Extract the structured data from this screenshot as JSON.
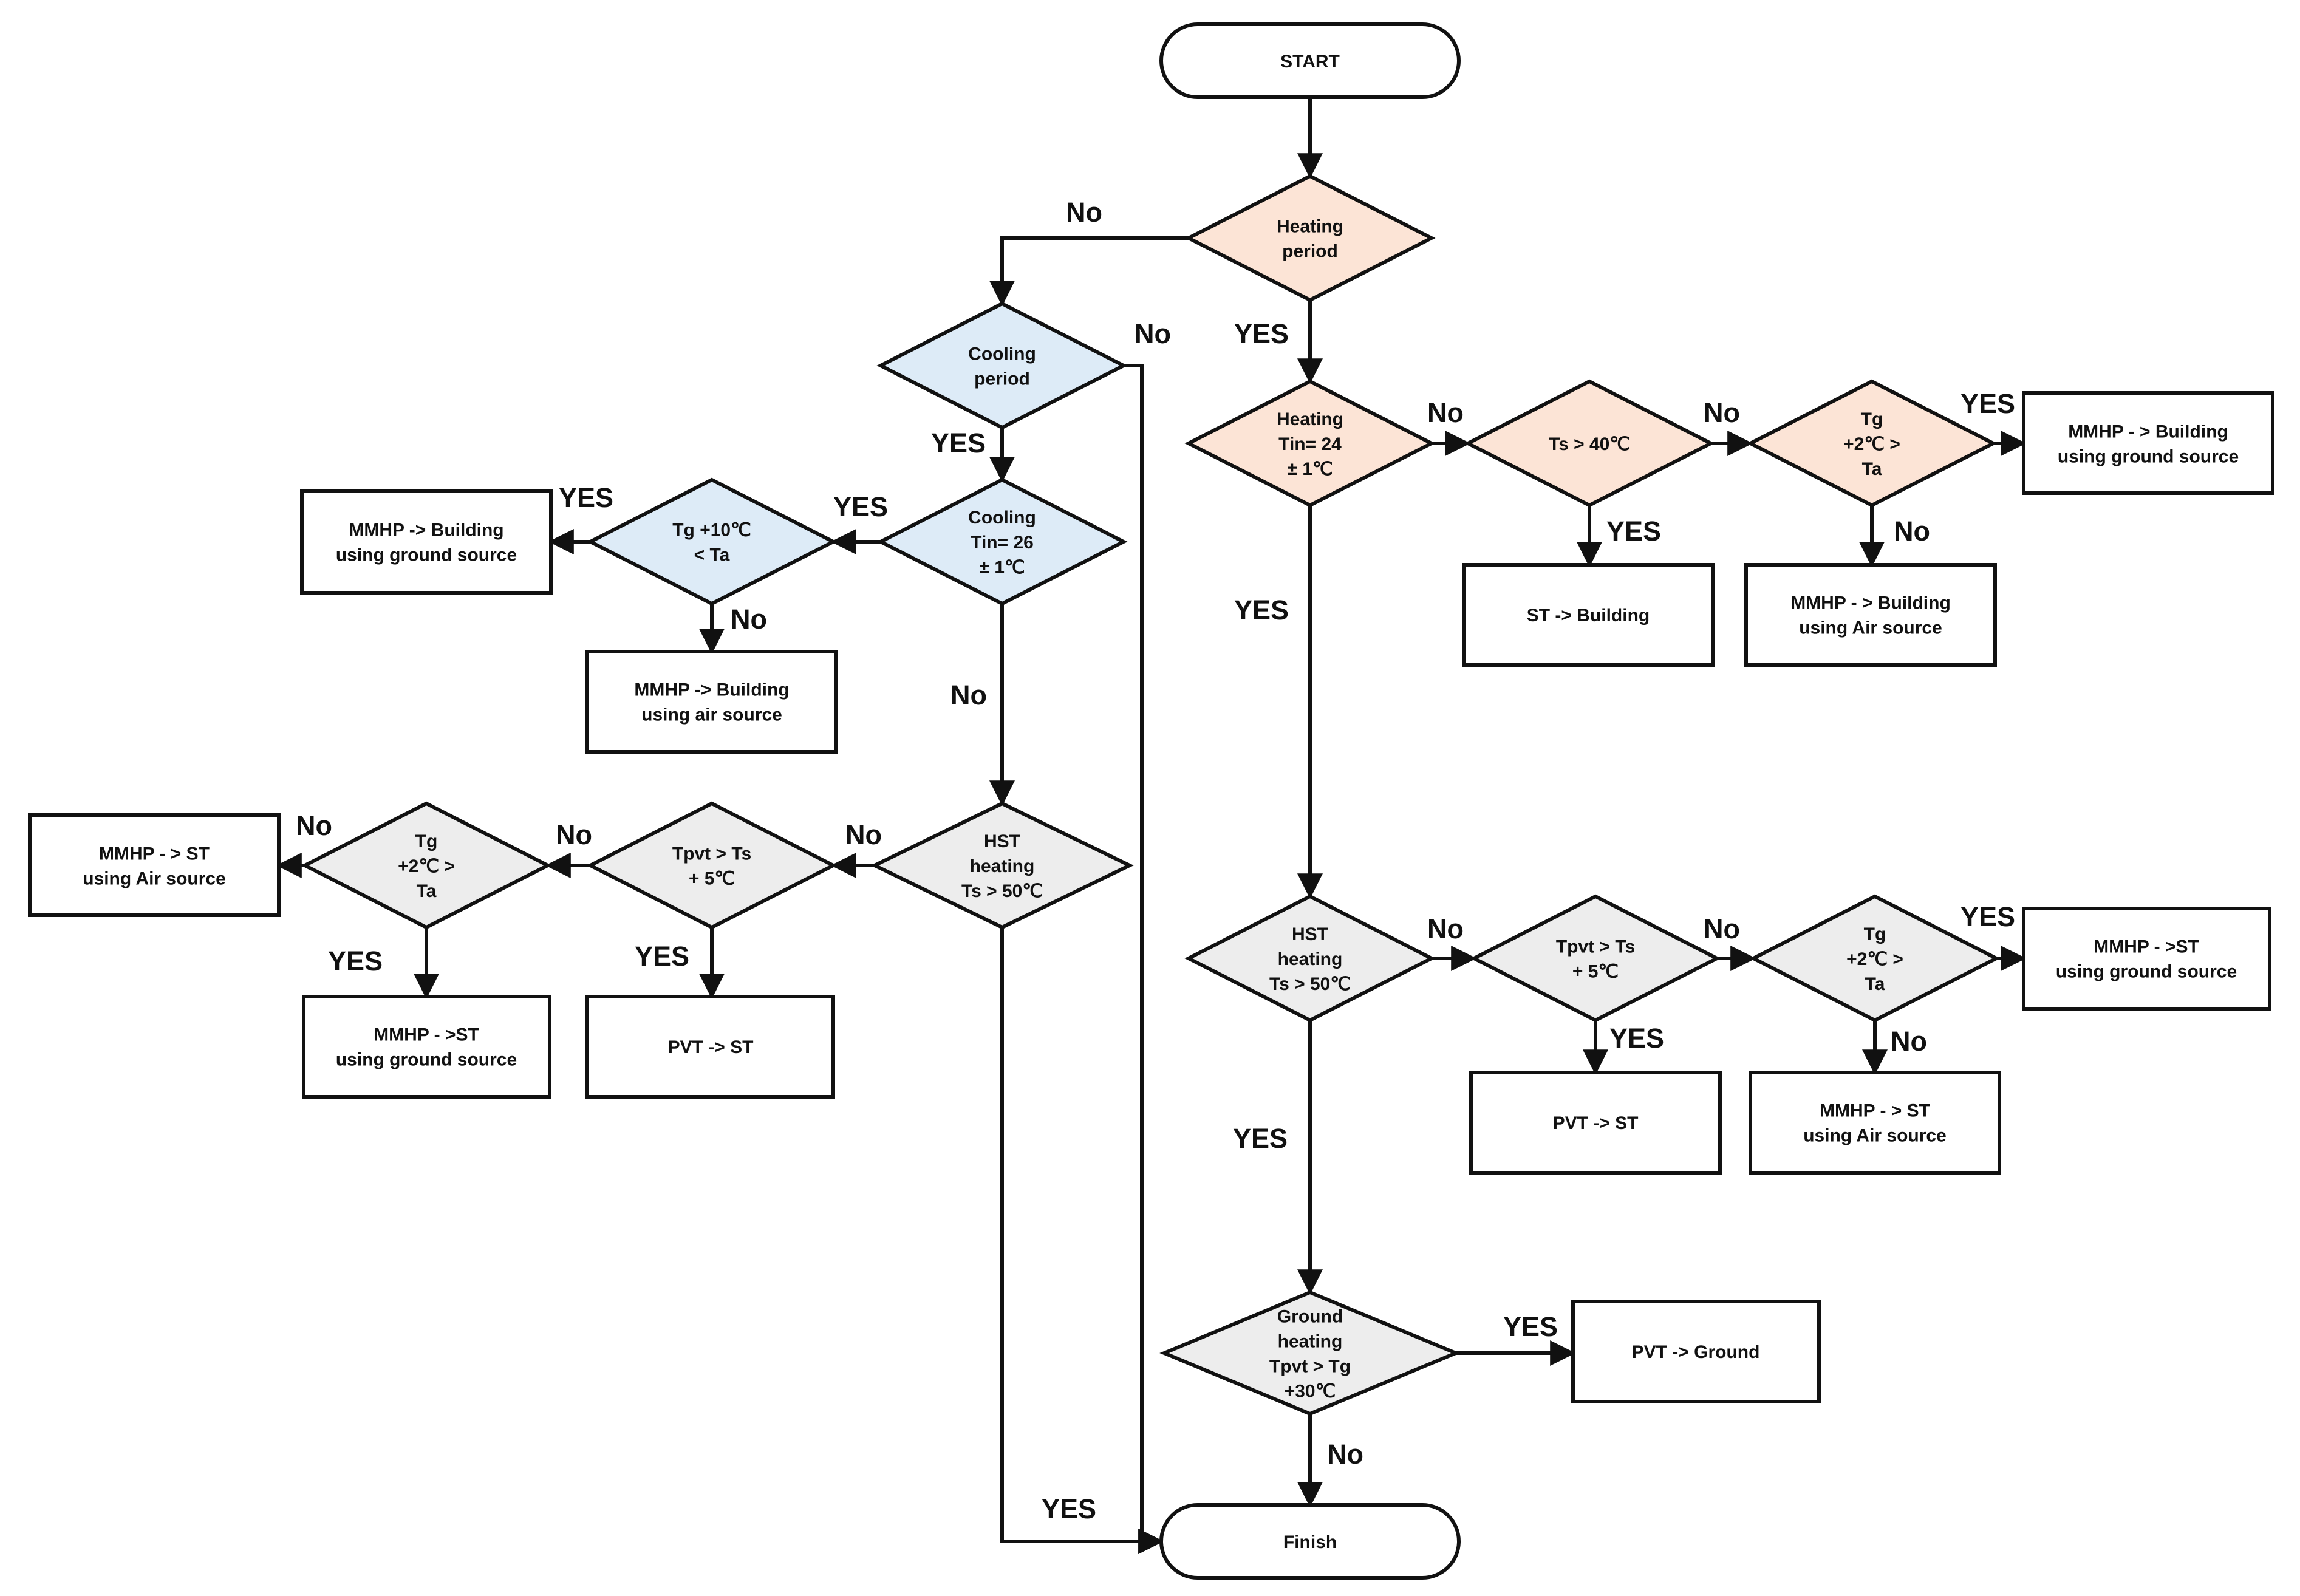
{
  "colors": {
    "line": "#111111",
    "heating_fill": "#fce4d6",
    "cooling_fill": "#ddebf7",
    "neutral_fill": "#ededed",
    "box_fill": "#ffffff"
  },
  "nodes": {
    "start": {
      "lines": [
        "START"
      ]
    },
    "finish": {
      "lines": [
        "Finish"
      ]
    },
    "heating_period": {
      "lines": [
        "Heating",
        "period"
      ]
    },
    "cooling_period": {
      "lines": [
        "Cooling",
        "period"
      ]
    },
    "heating_tin": {
      "lines": [
        "Heating",
        "Tin= 24",
        "± 1℃"
      ]
    },
    "ts_40": {
      "lines": [
        "Ts > 40℃"
      ]
    },
    "tg_2c_ta_heat": {
      "lines": [
        "Tg",
        "+2℃ >",
        "Ta"
      ]
    },
    "mmhp_bldg_ground_heat": {
      "lines": [
        "MMHP - > Building",
        "using ground source"
      ]
    },
    "st_building": {
      "lines": [
        "ST -> Building"
      ]
    },
    "mmhp_bldg_air_heat": {
      "lines": [
        "MMHP - > Building",
        "using Air source"
      ]
    },
    "cooling_tin": {
      "lines": [
        "Cooling",
        "Tin= 26",
        "± 1℃"
      ]
    },
    "tg_10c_ta": {
      "lines": [
        "Tg  +10℃",
        "< Ta"
      ]
    },
    "mmhp_bldg_ground_cool": {
      "lines": [
        "MMHP -> Building",
        "using ground source"
      ]
    },
    "mmhp_bldg_air_cool": {
      "lines": [
        "MMHP -> Building",
        "using air source"
      ]
    },
    "hst_left": {
      "lines": [
        "HST",
        "heating",
        "Ts > 50℃"
      ]
    },
    "tpvt_ts_left": {
      "lines": [
        "Tpvt > Ts",
        "+ 5℃"
      ]
    },
    "tg_2c_ta_left": {
      "lines": [
        "Tg",
        "+2℃ >",
        "Ta"
      ]
    },
    "mmhp_st_air_left": {
      "lines": [
        "MMHP - > ST",
        "using Air source"
      ]
    },
    "mmhp_st_ground_left": {
      "lines": [
        "MMHP - >ST",
        "using ground source"
      ]
    },
    "pvt_st_left": {
      "lines": [
        "PVT -> ST"
      ]
    },
    "hst_right": {
      "lines": [
        "HST",
        "heating",
        "Ts > 50℃"
      ]
    },
    "tpvt_ts_right": {
      "lines": [
        "Tpvt > Ts",
        "+ 5℃"
      ]
    },
    "tg_2c_ta_right": {
      "lines": [
        "Tg",
        "+2℃ >",
        "Ta"
      ]
    },
    "mmhp_st_ground_right": {
      "lines": [
        "MMHP - >ST",
        "using ground source"
      ]
    },
    "pvt_st_right": {
      "lines": [
        "PVT -> ST"
      ]
    },
    "mmhp_st_air_right": {
      "lines": [
        "MMHP - > ST",
        "using Air source"
      ]
    },
    "ground_heating": {
      "lines": [
        "Ground",
        "heating",
        "Tpvt > Tg",
        "+30℃"
      ]
    },
    "pvt_ground": {
      "lines": [
        "PVT -> Ground"
      ]
    }
  },
  "labels": {
    "no_heating_period": "No",
    "yes_heating_period": "YES",
    "no_cooling_period": "No",
    "yes_cooling_period": "YES",
    "no_heating_tin": "No",
    "yes_heating_tin": "YES",
    "yes_ts40": "YES",
    "no_ts40": "No",
    "yes_tg_heat": "YES",
    "no_tg_heat": "No",
    "yes_cooling_tin": "YES",
    "no_cooling_tin": "No",
    "yes_tg10": "YES",
    "no_tg10": "No",
    "no_hst_left": "No",
    "yes_hst_left": "YES",
    "no_tpvt_left": "No",
    "yes_tpvt_left": "YES",
    "no_tg_left": "No",
    "yes_tg_left": "YES",
    "no_hst_right": "No",
    "yes_hst_right": "YES",
    "no_tpvt_right": "No",
    "yes_tpvt_right": "YES",
    "yes_tg_right": "YES",
    "no_tg_right": "No",
    "yes_ground": "YES",
    "no_ground": "No"
  }
}
